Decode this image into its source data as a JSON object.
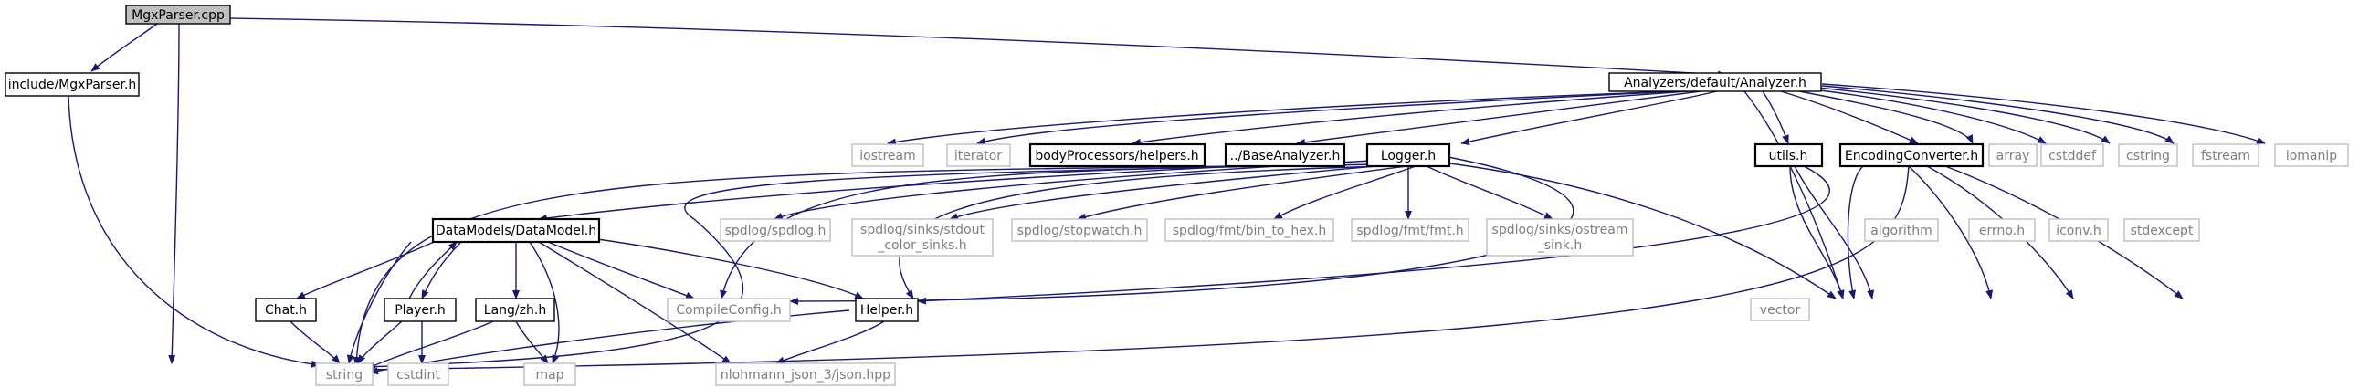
{
  "diagram": {
    "colors": {
      "edge": "#191970",
      "root_fill": "#bfbfbf",
      "node_border": "#000000",
      "system_text": "#7f7f7f",
      "system_border": "#bfbfbf"
    },
    "nodes": {
      "mgxparser_cpp": "MgxParser.cpp",
      "include_mgxparser_h": "include/MgxParser.h",
      "analyzer_h": "Analyzers/default/Analyzer.h",
      "iostream": "iostream",
      "iterator": "iterator",
      "bodyprocessors_helpers_h": "bodyProcessors/helpers.h",
      "base_analyzer_h": "../BaseAnalyzer.h",
      "logger_h": "Logger.h",
      "utils_h": "utils.h",
      "encoding_converter_h": "EncodingConverter.h",
      "array": "array",
      "cstddef": "cstddef",
      "cstring": "cstring",
      "fstream": "fstream",
      "iomanip": "iomanip",
      "datamodel_h": "DataModels/DataModel.h",
      "spdlog_h": "spdlog/spdlog.h",
      "stdout_sinks_1": "spdlog/sinks/stdout",
      "stdout_sinks_2": "_color_sinks.h",
      "stopwatch_h": "spdlog/stopwatch.h",
      "bin_to_hex_h": "spdlog/fmt/bin_to_hex.h",
      "fmt_h": "spdlog/fmt/fmt.h",
      "ostream_sink_1": "spdlog/sinks/ostream",
      "ostream_sink_2": "_sink.h",
      "vector": "vector",
      "algorithm": "algorithm",
      "errno_h": "errno.h",
      "iconv_h": "iconv.h",
      "stdexcept": "stdexcept",
      "chat_h": "Chat.h",
      "player_h": "Player.h",
      "lang_zh_h": "Lang/zh.h",
      "compileconfig_h": "CompileConfig.h",
      "helper_h": "Helper.h",
      "string": "string",
      "cstdint": "cstdint",
      "map": "map",
      "json_hpp": "nlohmann_json_3/json.hpp"
    }
  }
}
